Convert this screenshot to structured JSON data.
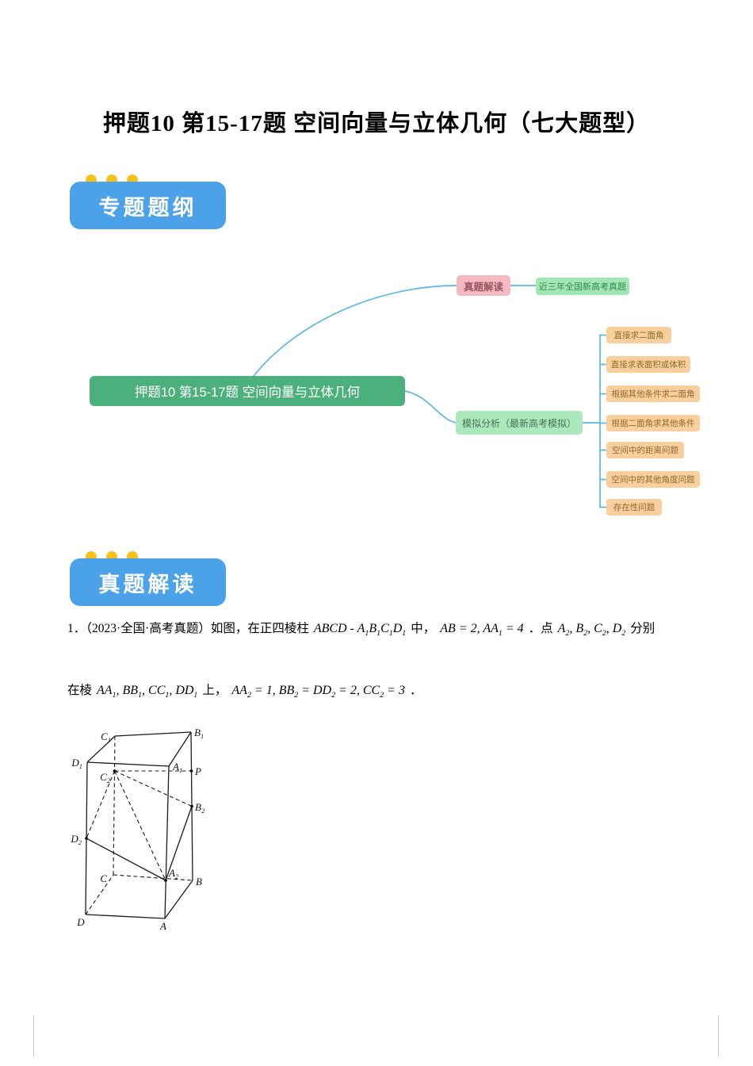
{
  "page": {
    "title": "押题10 第15-17题 空间向量与立体几何（七大题型）"
  },
  "badges": {
    "outline": "专题题纲",
    "real_questions": "真题解读"
  },
  "mindmap": {
    "center": "押题10 第15-17题 空间向量与立体几何",
    "branch_real": {
      "label": "真题解读",
      "child": "近三年全国新高考真题"
    },
    "branch_mock": {
      "label": "模拟分析（最新高考模拟）",
      "children": [
        "直接求二面角",
        "直接求表面积或体积",
        "根据其他条件求二面角",
        "根据二面角求其他条件",
        "空间中的距离问题",
        "空间中的其他角度问题",
        "存在性问题"
      ]
    },
    "colors": {
      "center_bg": "#4cb07c",
      "connector_line": "#5eb6e3",
      "real_bg": "#f5b9c1",
      "real_text": "#9c5660",
      "real_child_bg": "#a2e6b3",
      "real_child_text": "#2f8a4d",
      "mock_bg": "#abe8bb",
      "mock_text": "#47715a",
      "leaf_bg": "#f9d09d",
      "leaf_text": "#8f6a2a",
      "badge_bg": "#4ba2e8",
      "badge_dot": "#f6c21a"
    }
  },
  "problem": {
    "l1s1": "1．（2023·全国·高考真题）如图，在正四棱柱",
    "l1m1": "ABCD - A_1B_1C_1D_1",
    "l1s2": "中，",
    "l1m2": "AB = 2, AA_1 = 4",
    "l1s3": "．点",
    "l1m3": "A_2, B_2, C_2, D_2",
    "l1s4": "分别",
    "l2s1": "在棱",
    "l2m1": "AA_1, BB_1, CC_1, DD_1",
    "l2s2": "上，",
    "l2m2": "AA_2 = 1, BB_2 = DD_2 = 2, CC_2 = 3",
    "l2s3": "．"
  },
  "figure": {
    "labels": [
      {
        "id": "C1",
        "base": "C",
        "sub": "1"
      },
      {
        "id": "B1",
        "base": "B",
        "sub": "1"
      },
      {
        "id": "D1",
        "base": "D",
        "sub": "1"
      },
      {
        "id": "A1",
        "base": "A",
        "sub": "1"
      },
      {
        "id": "C2",
        "base": "C",
        "sub": "2"
      },
      {
        "id": "P",
        "base": "P",
        "sub": ""
      },
      {
        "id": "B2",
        "base": "B",
        "sub": "2"
      },
      {
        "id": "D2",
        "base": "D",
        "sub": "2"
      },
      {
        "id": "A2",
        "base": "A",
        "sub": "2"
      },
      {
        "id": "C",
        "base": "C",
        "sub": ""
      },
      {
        "id": "B",
        "base": "B",
        "sub": ""
      },
      {
        "id": "D",
        "base": "D",
        "sub": ""
      },
      {
        "id": "A",
        "base": "A",
        "sub": ""
      }
    ]
  }
}
